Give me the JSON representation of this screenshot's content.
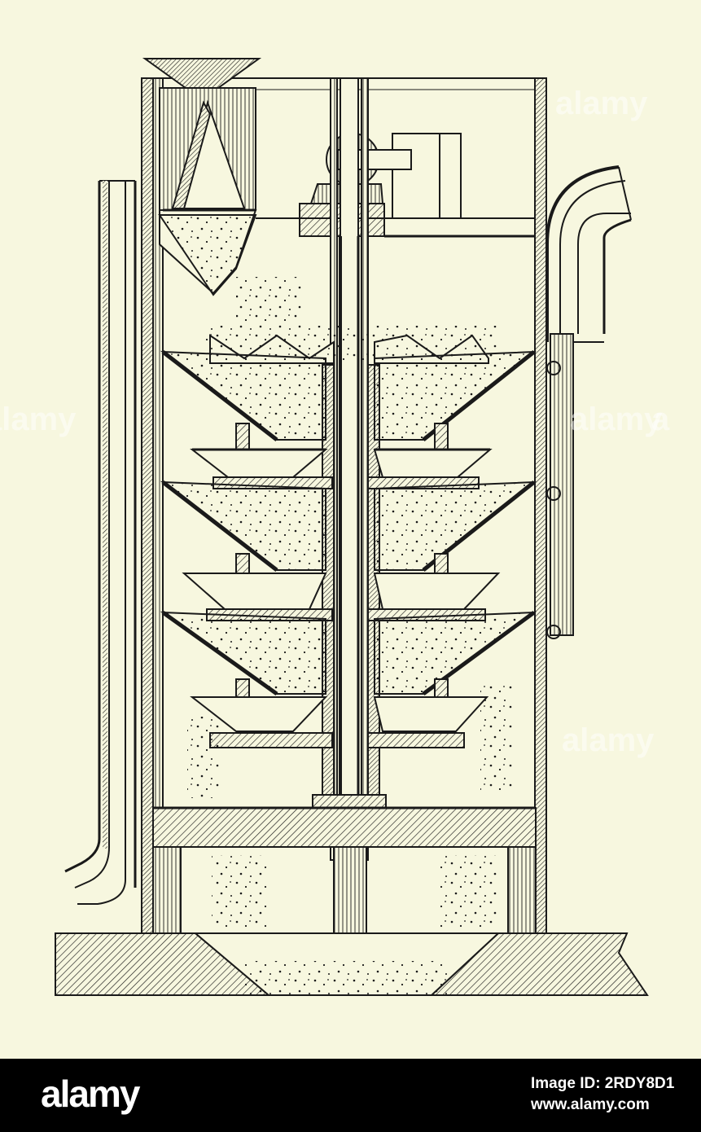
{
  "watermark": {
    "text": "alamy",
    "color": "#ffffff"
  },
  "footer": {
    "logo_text": "alamy",
    "image_id": "Image ID: 2RDY8D1",
    "website": "www.alamy.com",
    "background": "#000000",
    "text_color": "#ffffff"
  },
  "illustration": {
    "subject": "vertical machine cross-section engraving",
    "paper_color": "#f7f7df",
    "ink_color": "#1a1a1a"
  }
}
